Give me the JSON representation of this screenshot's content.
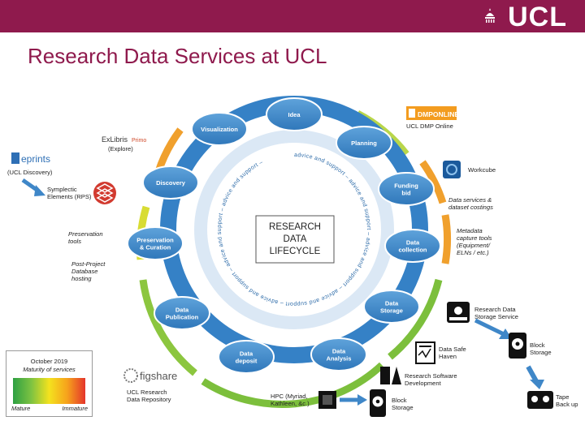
{
  "header": {
    "logo_text": "UCL",
    "title": "Research Data Services at UCL",
    "brand_color": "#8f1a4d"
  },
  "center": {
    "lines": [
      "RESEARCH",
      "DATA",
      "LIFECYCLE"
    ]
  },
  "ring_text": "advice and support – advice and support – advice and support – advice and support – advice and support – advice and support – advice and support –",
  "nodes": [
    {
      "lines": [
        "Idea"
      ]
    },
    {
      "lines": [
        "Planning"
      ]
    },
    {
      "lines": [
        "Funding",
        "bid"
      ]
    },
    {
      "lines": [
        "Data",
        "collection"
      ]
    },
    {
      "lines": [
        "Data",
        "Storage"
      ]
    },
    {
      "lines": [
        "Data",
        "Analysis"
      ]
    },
    {
      "lines": [
        "Data",
        "deposit"
      ]
    },
    {
      "lines": [
        "Data",
        "Publication"
      ]
    },
    {
      "lines": [
        "Preservation",
        "& Curation"
      ]
    },
    {
      "lines": [
        "Discovery"
      ]
    },
    {
      "lines": [
        "Visualization"
      ]
    }
  ],
  "services": {
    "dmponline_logo": "DMPONLINE",
    "dmponline_label": "UCL DMP Online",
    "workcube": "Workcube",
    "data_services": [
      "Data services &",
      "dataset costings"
    ],
    "metadata": [
      "Metadata",
      "capture tools",
      "(Equipment/",
      "ELNs / etc.)"
    ],
    "rdss": [
      "Research Data",
      "Storage Service"
    ],
    "block_storage_right": [
      "Block",
      "Storage"
    ],
    "tape": [
      "Tape",
      "Back up"
    ],
    "safe_haven": [
      "Data Safe",
      "Haven"
    ],
    "rsd": [
      "Research Software",
      "Development"
    ],
    "block_storage_bottom": [
      "Block",
      "Storage"
    ],
    "hpc": [
      "HPC (Myriad,",
      "Kathleen, &c.)"
    ],
    "figshare_logo": "figshare",
    "figshare_label": [
      "UCL Research",
      "Data Repository"
    ],
    "preservation_tools": [
      "Preservation",
      "tools"
    ],
    "post_project": [
      "Post-Project",
      "Database",
      "hosting"
    ],
    "symplectic": [
      "Symplectic",
      "Elements (RPS)"
    ],
    "eprints_logo": "eprints",
    "eprints_label": "(UCL Discovery)",
    "exlibris_logo": "ExLibris",
    "exlibris_primo": "Primo",
    "exlibris_label": "(Explore)"
  },
  "legend": {
    "title_line1": "October 2019",
    "title_line2": "Maturity of services",
    "left": "Mature",
    "right": "Immature"
  },
  "colors": {
    "node_blue": "#3f87c8",
    "ring_blue": "#2e78bf",
    "arc_green": "#7cbf3c",
    "arc_yellow": "#e8df2c",
    "arc_orange": "#f19a2e"
  }
}
